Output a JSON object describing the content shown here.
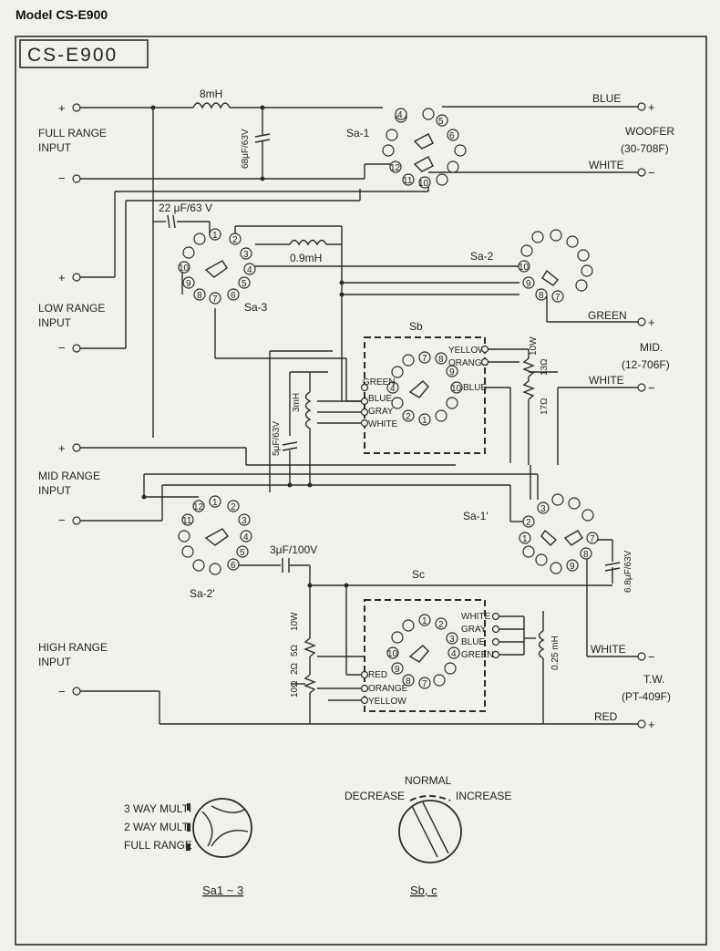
{
  "header": {
    "model": "Model CS-E900"
  },
  "diagram": {
    "title_box": "CS-E900",
    "inputs": {
      "full_range": "FULL RANGE\nINPUT",
      "low_range": "LOW RANGE\nINPUT",
      "mid_range": "MID RANGE\nINPUT",
      "high_range": "HIGH RANGE\nINPUT",
      "plus": "+",
      "minus": "−"
    },
    "outputs": {
      "woofer": "WOOFER",
      "woofer_model": "(30-708F)",
      "mid": "MID.",
      "mid_model": "(12-706F)",
      "tweeter": "T.W.",
      "tweeter_model": "(PT-409F)"
    },
    "wire_colors": {
      "blue": "BLUE",
      "white_woofer": "WHITE",
      "green": "GREEN",
      "white_mid": "WHITE",
      "white_tw": "WHITE",
      "red": "RED"
    },
    "components": {
      "l_8mh": "8mH",
      "c_68uf": "68μF/63V",
      "c_22uf": "22 μF/63 V",
      "l_09mh": "0.9mH",
      "c_5uf": "5μF/63V",
      "l_3mh": "3mH",
      "c_3uf": "3μF/100V",
      "l_025mh": "0.25 mH",
      "c_68uf_tw": "6.8μF/63V",
      "r_mid_10w": "10W",
      "r_mid_13": "13Ω",
      "r_mid_17": "17Ω",
      "r_hi_10w": "10W",
      "r_hi_52": "5Ω",
      "r_hi_22": "2Ω",
      "r_hi_10": "10Ω"
    },
    "switches": {
      "sa1": "Sa-1",
      "sa2": "Sa-2",
      "sa3": "Sa-3",
      "sa1p": "Sa-1'",
      "sa2p": "Sa-2'",
      "sb": "Sb",
      "sc": "Sc"
    },
    "sb_taps": {
      "yellow": "YELLOW",
      "orange": "ORANGE",
      "green": "GREEN",
      "blue": "BLUE",
      "gray": "GRAY",
      "white": "WHITE",
      "blue_out": "BLUE"
    },
    "sc_taps": {
      "white": "WHITE",
      "gray": "GRAY",
      "blue": "BLUE",
      "green": "GREEN",
      "red": "RED",
      "orange": "ORANGE",
      "yellow": "YELLOW"
    },
    "legend": {
      "mode_3way": "3 WAY MULTI",
      "mode_2way": "2 WAY MULTI",
      "mode_full": "FULL RANGE",
      "sa_caption": "Sa1 ~ 3",
      "normal": "NORMAL",
      "decrease": "DECREASE",
      "increase": "INCREASE",
      "sb_caption": "Sb, c"
    }
  }
}
